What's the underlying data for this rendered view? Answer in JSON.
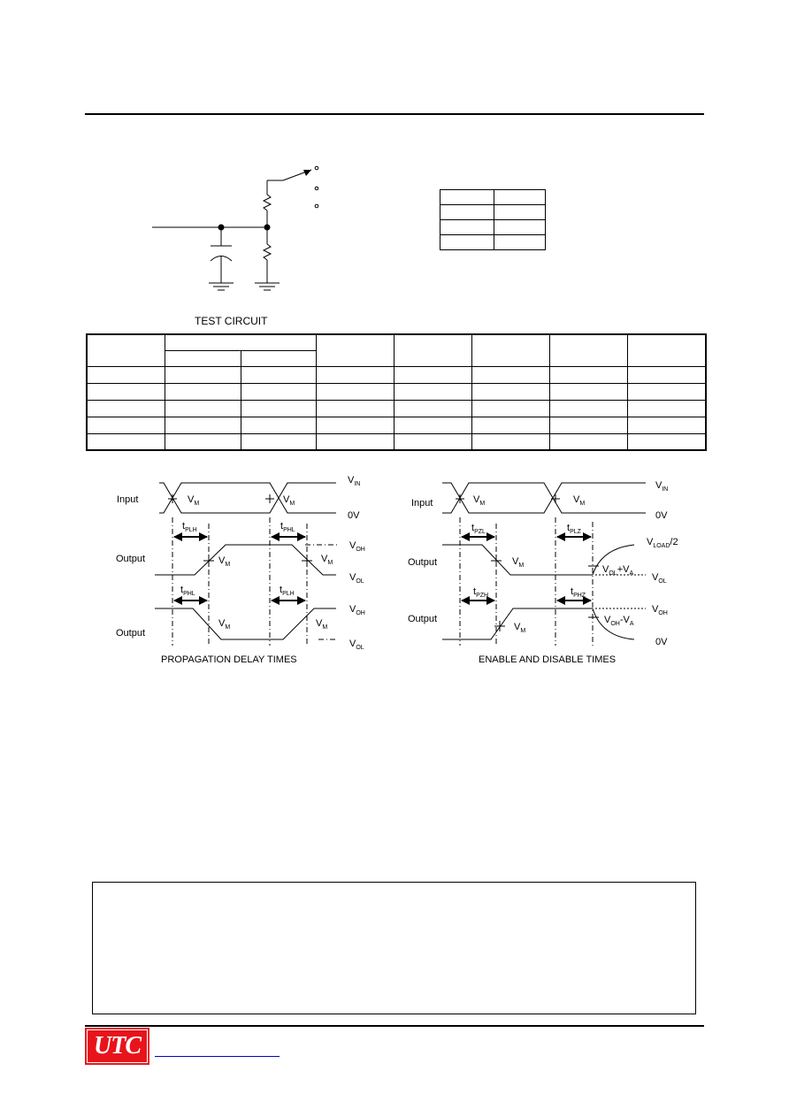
{
  "test_circuit": {
    "caption": "TEST CIRCUIT"
  },
  "waveforms": {
    "propagation": {
      "caption": "PROPAGATION DELAY TIMES",
      "input_label": "Input",
      "output_label_1": "Output",
      "output_label_2": "Output",
      "vin": "V",
      "vin_sub": "IN",
      "zero": "0V",
      "vm": "V",
      "vm_sub": "M",
      "voh": "V",
      "voh_sub": "OH",
      "vol": "V",
      "vol_sub": "OL",
      "t": "t",
      "tplh_sub": "PLH",
      "tphl_sub": "PHL"
    },
    "enable": {
      "caption": "ENABLE AND DISABLE TIMES",
      "input_label": "Input",
      "output_label_1": "Output",
      "output_label_2": "Output",
      "vin": "V",
      "vin_sub": "IN",
      "zero": "0V",
      "vm": "V",
      "vm_sub": "M",
      "vload": "V",
      "vload_sub": "LOAD",
      "vload_suffix": "/2",
      "vol": "V",
      "vol_sub": "OL",
      "voh": "V",
      "voh_sub": "OH",
      "va_plus": "+V",
      "va_minus": "-V",
      "va_sub": "A",
      "t": "t",
      "tpzl_sub": "PZL",
      "tplz_sub": "PLZ",
      "tpzh_sub": "PZH",
      "tphz_sub": "PHZ"
    }
  },
  "footer": {
    "logo_text": "UTC"
  }
}
